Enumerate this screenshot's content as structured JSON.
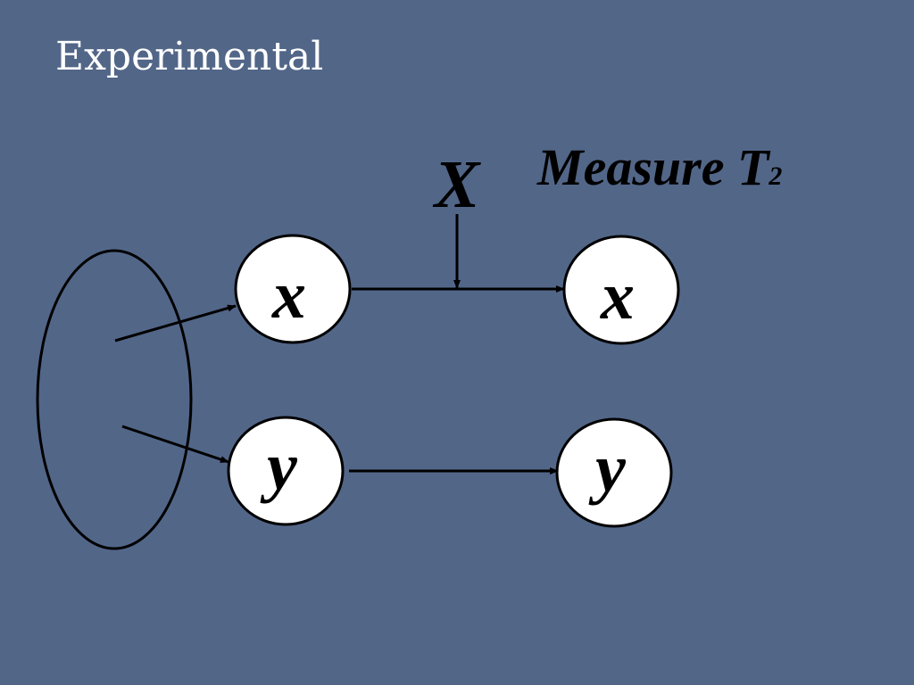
{
  "slide": {
    "title": "Experimental"
  },
  "diagram": {
    "treatment_label": "X",
    "measure_label": "Measure T",
    "measure_subscript": "2",
    "nodes": {
      "x_pre": "x",
      "x_post": "x",
      "y_pre": "y",
      "y_post": "y"
    }
  },
  "colors": {
    "background": "#526688",
    "title_text": "#ffffff",
    "node_fill": "#ffffff",
    "stroke": "#000000"
  }
}
